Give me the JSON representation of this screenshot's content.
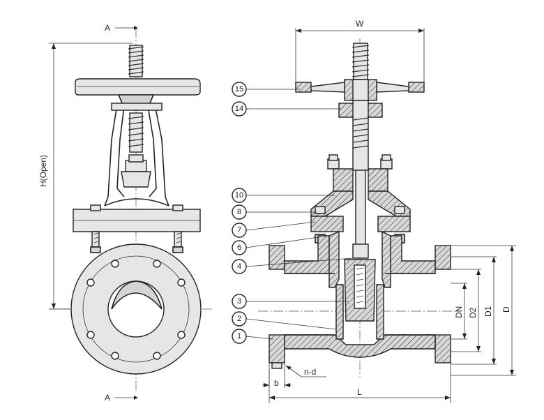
{
  "section_marks": {
    "top": "A",
    "bottom": "A"
  },
  "dimensions": {
    "height": "H(Open)",
    "handwheel": "W",
    "length": "L",
    "flange_thickness": "b",
    "bolt_holes": "n-d",
    "nominal_diameter": "DN",
    "raised_face": "D2",
    "bolt_circle": "D1",
    "flange_diameter": "D"
  },
  "part_callouts": [
    "15",
    "14",
    "10",
    "8",
    "7",
    "6",
    "4",
    "3",
    "2",
    "1"
  ],
  "colors": {
    "line": "#222222",
    "fill": "#d4d4d4",
    "background": "#ffffff"
  }
}
